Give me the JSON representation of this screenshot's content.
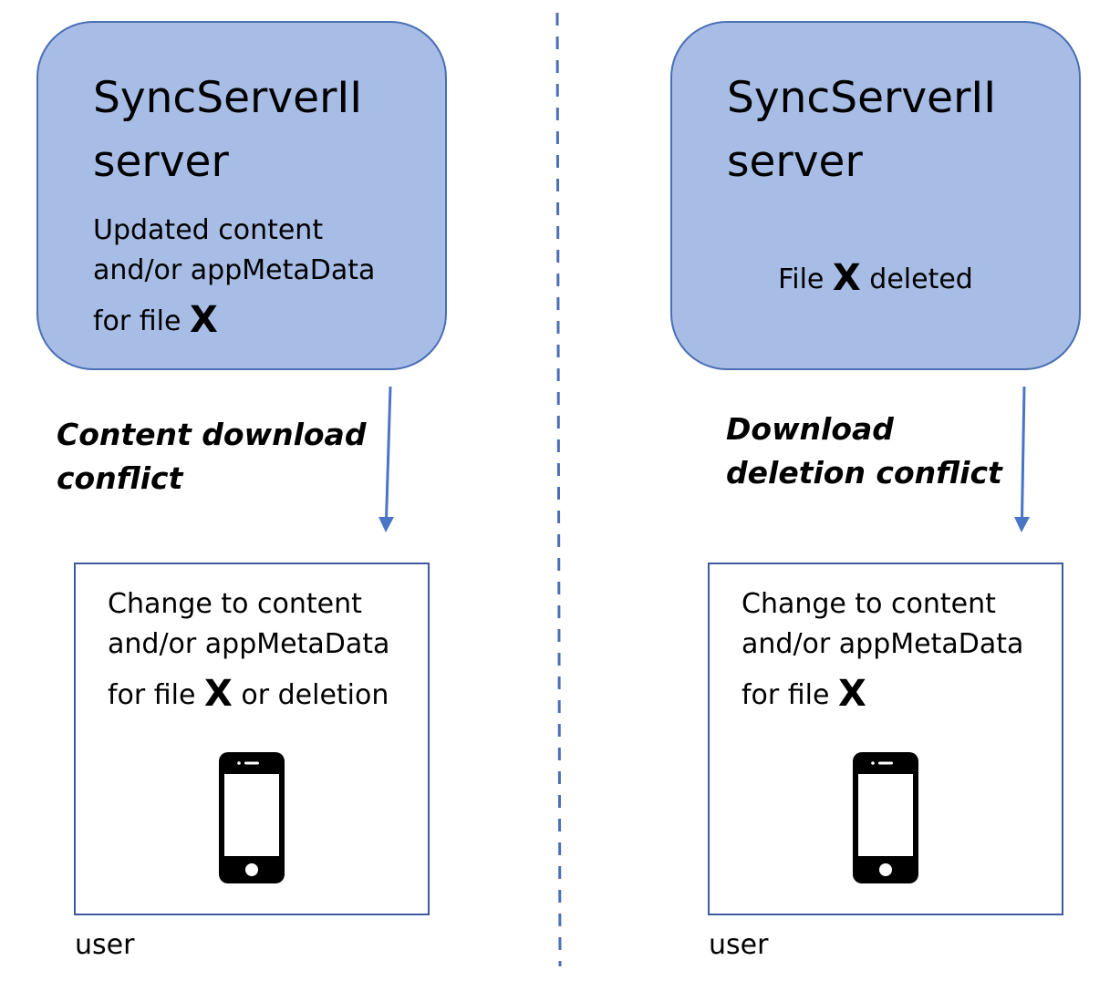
{
  "colors": {
    "server_fill": "#a7bde6",
    "server_border": "#4a6fb5",
    "arrow": "#4a74c4",
    "divider": "#4a6fb5",
    "user_box_border": "#3d5a9e"
  },
  "left": {
    "server": {
      "title_line1": "SyncServerII",
      "title_line2": "server",
      "detail_line1": "Updated content",
      "detail_line2": "and/or appMetaData",
      "detail_line3_prefix": "for file ",
      "file_marker": "X"
    },
    "conflict": {
      "line1": "Content download",
      "line2": "conflict"
    },
    "client": {
      "line1": "Change to content",
      "line2": "and/or appMetaData",
      "line3_prefix": "for file ",
      "file_marker": "X",
      "line3_suffix": " or deletion",
      "device_icon": "smartphone-icon"
    },
    "user_label": "user"
  },
  "right": {
    "server": {
      "title_line1": "SyncServerII",
      "title_line2": "server",
      "detail_prefix": "File ",
      "file_marker": "X",
      "detail_suffix": " deleted"
    },
    "conflict": {
      "line1": "Download",
      "line2": "deletion conflict"
    },
    "client": {
      "line1": "Change to content",
      "line2": "and/or appMetaData",
      "line3_prefix": "for file ",
      "file_marker": "X",
      "device_icon": "smartphone-icon"
    },
    "user_label": "user"
  }
}
